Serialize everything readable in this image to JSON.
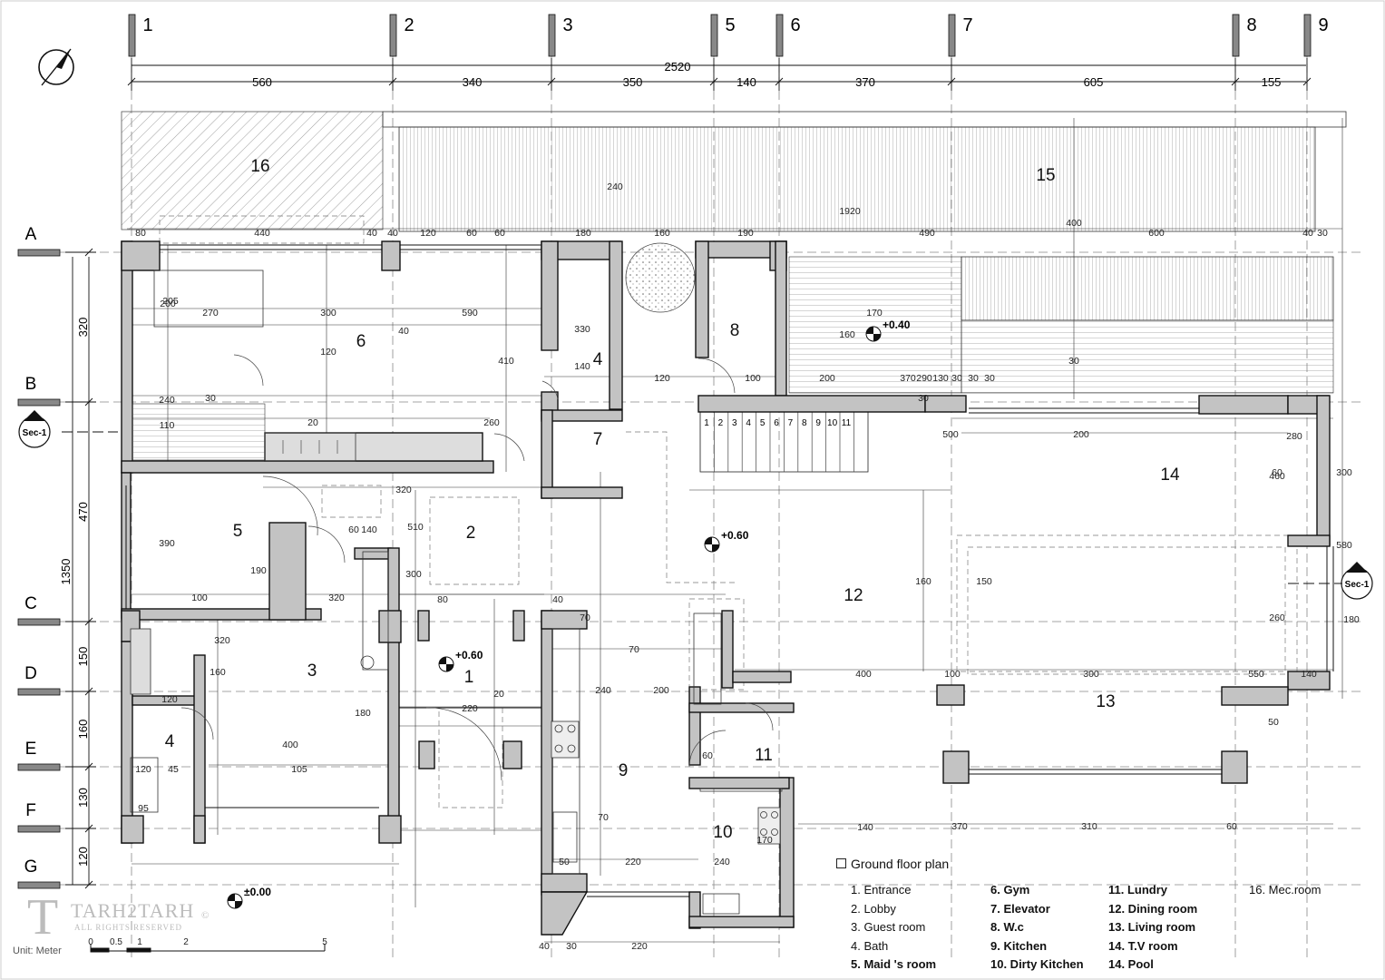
{
  "grid_columns": [
    "1",
    "2",
    "3",
    "5",
    "6",
    "7",
    "8",
    "9"
  ],
  "grid_rows": [
    "A",
    "B",
    "C",
    "D",
    "E",
    "F",
    "G"
  ],
  "top_dimensions": {
    "total": "2520",
    "segments": [
      "560",
      "340",
      "350",
      "140",
      "370",
      "605",
      "155"
    ]
  },
  "left_dimensions": {
    "total": "1350",
    "segments": [
      "320",
      "470",
      "150",
      "160",
      "130",
      "120"
    ]
  },
  "room_numbers": [
    "1",
    "2",
    "3",
    "4",
    "5",
    "6",
    "7",
    "8",
    "9",
    "10",
    "11",
    "12",
    "13",
    "14",
    "15",
    "16"
  ],
  "stair_steps": [
    "1",
    "2",
    "3",
    "4",
    "5",
    "6",
    "7",
    "8",
    "9",
    "10",
    "11"
  ],
  "levels": [
    "+0.40",
    "+0.60",
    "+0.60",
    "±0.00"
  ],
  "section_marks": [
    "Sec-1",
    "Sec-1"
  ],
  "inner_dimensions": [
    "80",
    "440",
    "40",
    "40",
    "120",
    "60",
    "60",
    "180",
    "160",
    "190",
    "490",
    "600",
    "40",
    "30",
    "1920",
    "240",
    "400",
    "40",
    "590",
    "300",
    "270",
    "200",
    "120",
    "410",
    "330",
    "140",
    "205",
    "120",
    "100",
    "200",
    "170",
    "160",
    "370",
    "290",
    "130",
    "30",
    "30",
    "30",
    "30",
    "30",
    "30",
    "240",
    "280",
    "260",
    "20",
    "110",
    "200",
    "60",
    "500",
    "320",
    "60",
    "390",
    "100",
    "300",
    "180",
    "190",
    "510",
    "160",
    "150",
    "460",
    "580",
    "260",
    "320",
    "300",
    "120",
    "40",
    "20",
    "220",
    "70",
    "70",
    "300",
    "400",
    "310",
    "550",
    "140",
    "70",
    "240",
    "160",
    "180",
    "200",
    "120",
    "45",
    "95",
    "105",
    "400",
    "320",
    "80",
    "140",
    "100",
    "60",
    "50",
    "170",
    "220",
    "240",
    "140",
    "370",
    "50",
    "60",
    "40",
    "30",
    "220"
  ],
  "legend": {
    "title": "Ground floor plan",
    "col1": [
      "1. Entrance",
      "2. Lobby",
      "3. Guest room",
      "4. Bath",
      "5. Maid 's room"
    ],
    "col2": [
      "6. Gym",
      "7. Elevator",
      "8. W.c",
      "9. Kitchen",
      "10. Dirty Kitchen"
    ],
    "col3": [
      "11. Lundry",
      "12. Dining room",
      "13. Living room",
      "14. T.V room",
      "14. Pool"
    ],
    "col4": [
      "16. Mec.room"
    ]
  },
  "scale_bar": {
    "unit": "Unit:  Meter",
    "ticks": [
      "0",
      "0.5",
      "1",
      "2",
      "5"
    ]
  },
  "watermark": {
    "brand": "TARH2TARH",
    "tagline": "ALL RIGHTS RESERVED",
    "mark": "©"
  },
  "colors": {
    "wall": "#c3c3c3",
    "line": "#111111",
    "grid": "#777777"
  }
}
